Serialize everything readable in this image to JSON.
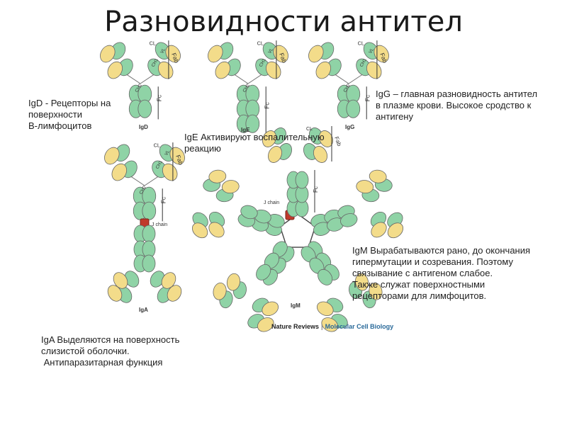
{
  "title": "Разновидности антител",
  "colors": {
    "heavy": "#8fd3a6",
    "light": "#f3dc8a",
    "stroke": "#666666",
    "jchain": "#c0392b"
  },
  "domain_labels": {
    "cl": "CL",
    "vl": "VL",
    "vh": "VH",
    "ch1": "CH1",
    "ch2": "CH2",
    "ch3": "CH3",
    "fab": "Fab",
    "fc": "Fc",
    "j_chain": "J chain"
  },
  "structures": {
    "igd": {
      "name": "IgD"
    },
    "ige": {
      "name": "IgE"
    },
    "igg": {
      "name": "IgG"
    },
    "iga": {
      "name": "IgA"
    },
    "igm": {
      "name": "IgM"
    }
  },
  "notes": {
    "igd": [
      "IgD - Рецепторы на",
      "поверхности",
      "В-лимфоцитов"
    ],
    "ige": [
      "IgE Активируют воспалительную",
      "реакцию"
    ],
    "igg": [
      "IgG – главная разновидность антител",
      "в плазме крови. Высокое сродство к",
      "антигену"
    ],
    "igm": [
      "IgM Вырабатываются рано, до окончания",
      "гипермутации и созревания. Поэтому",
      "связывание с антигеном слабое.",
      "Также служат поверхностными",
      "рецепторами для лимфоцитов."
    ],
    "iga": [
      "IgA Выделяются на поверхность",
      "слизистой оболочки.",
      " Антипаразитарная функция"
    ]
  },
  "credit": {
    "journal": "Nature Reviews",
    "section": "Molecular Cell Biology"
  }
}
